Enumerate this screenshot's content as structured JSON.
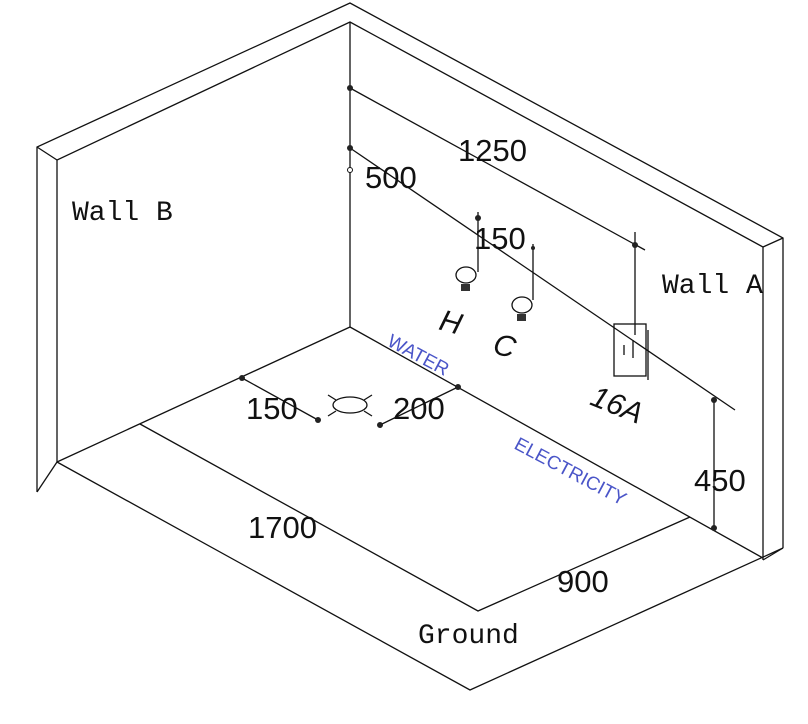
{
  "walls": {
    "wall_b": "Wall B",
    "wall_a": "Wall A",
    "ground": "Ground"
  },
  "dimensions": {
    "wall_top": "1250",
    "wall_pipe": "500",
    "tap_spacing": "150",
    "drain_left": "150",
    "drain_right": "200",
    "socket_height": "450",
    "floor_length": "1700",
    "floor_width": "900"
  },
  "fixtures": {
    "hot": "H",
    "cold": "C",
    "socket_rating": "16A"
  },
  "services": {
    "water": "WATER",
    "electricity": "ELECTRICITY"
  },
  "colors": {
    "line": "#111111",
    "service_label": "#4a55c8"
  }
}
